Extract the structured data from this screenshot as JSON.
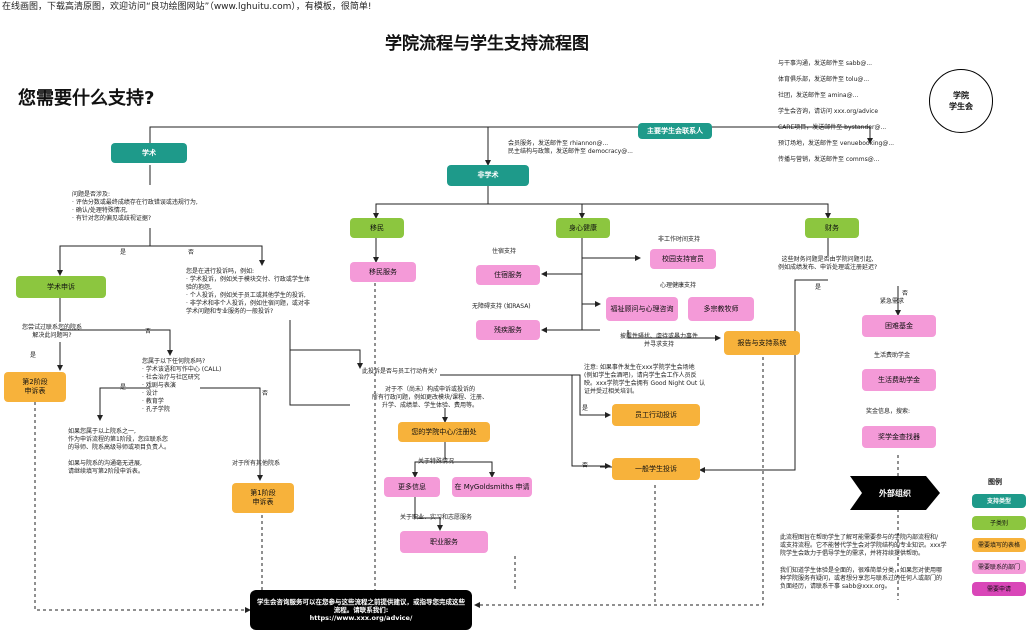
{
  "banner": "在线画图，下载高清原图，欢迎访问“良功绘图网站”（www.lghuitu.com），有模板，很简单!",
  "title": "学院流程与学生支持流程图",
  "question": "您需要什么支持?",
  "nodes": {
    "main_contact": "主要学生会联系人",
    "academic": "学术",
    "nonacademic": "非学术",
    "immigration": "移民",
    "wellbeing": "身心健康",
    "finance": "财务",
    "immigration_service": "移民服务",
    "housing_service": "住宿服务",
    "disability_service": "残疾服务",
    "campus_support": "校园支持官员",
    "counselling": "福祉顾问与心理咨询",
    "chaplain": "多宗教牧师",
    "report_support": "报告与支持系统",
    "hardship": "困难基金",
    "living_fund": "生活费助学金",
    "scholarship": "奖学金查找器",
    "academic_appeal": "学术申诉",
    "stage2": "第2阶段\n申诉表",
    "stage1": "第1阶段\n申诉表",
    "school_office": "您的学院中心/注册处",
    "more_info": "更多信息",
    "mygold": "在 MyGoldsmiths 申请",
    "career": "职业服务",
    "staff_complaint": "员工行动投诉",
    "general_complaint": "一般学生投诉",
    "external": "外部组织",
    "su_circle": "学院\n学生会",
    "final": "学生会咨询服务可以在您参与这些流程之前提供建议，或指导您完成这些流程。请联系我们:\nhttps://www.xxx.org/advice/"
  },
  "texts": {
    "contacts_top": "会员服务，发送邮件至 rhiannon@...\n民主结构与政策，发送邮件至 democracy@...",
    "su_list": "与干事沟通，发送邮件至 sabb@...\n\n体育俱乐部，发送邮件至 tolu@...\n\n社团，发送邮件至 amina@...\n\n学生会咨询，请访问 xxx.org/advice\n\nCARE项目，发送邮件至 bystander@...\n\n预订场地，发送邮件至 venuebooking@...\n\n传播与营销，发送邮件至 comms@...",
    "academic_q": "问题是否涉及:\n· 评估分数或最终成绩存在行政错误或违规行为,\n· 确认/处理特殊情况,\n· 有针对您的偏见或歧视证据?",
    "yes1": "是",
    "no1": "否",
    "ongoing": "您是在进行投诉吗，例如:\n· 学术投诉，例如关于模块交付、行政或学生体\n  验的抱怨,\n· 个人投诉，例如关于员工或其他学生的投诉,\n· 非学术和非个人投诉，例如住宿问题，或对非\n  学术问题和专业服务的一般投诉?",
    "tried_q": "您尝试过联系您的院系\n解决此问题吗?",
    "yes2": "是",
    "no2": "否",
    "belong_q": "您属于以下任何院系吗?\n· 学术该语和写作中心 (CALL)\n· 社会治疗与社区研究\n· 戏剧与表演\n· 设计\n· 教育学\n· 孔子学院",
    "yes3": "是",
    "no3": "否",
    "belong_yes": "如果您属于以上院系之一,\n作为申诉流程的第1阶段，您应联系您\n的导师、院系高级导师或项目负责人。\n\n如果与院系的沟通毫无进展,\n请继续填写第2阶段申诉表。",
    "other_depts": "对于所有其他院系",
    "housing_q": "住宿支持",
    "disability_q": "无障碍支持 (如RASA)",
    "offhours": "非工作时间支持",
    "mental": "心理健康支持",
    "harass": "披露性骚扰、虐待或暴力事件\n并寻求支持",
    "finance_q": "这些财务问题是否由学院问题引起,\n例如成绩发布、申诉处理或注册延迟?",
    "yes4": "是",
    "no4": "否",
    "emergency": "紧急需求",
    "living_label": "生活费助学金",
    "scholar_label": "奖金信息，搜索:",
    "staff_action_q": "此投诉是否与员工行动有关?",
    "yes5": "是",
    "no5": "否",
    "note_staff": "注意: 如果事件发生在xxx学院学生会场地\n(例如学生会酒吧)，请向学生会工作人员反\n映。xxx学院学生会拥有 Good Night Out 认\n证并受过相关培训。",
    "nonyet": "对于不（尚未）构成申诉或投诉的\n所有行政问题，例如更改模块/课程、注册、\n升学、成绩单、学生体验、费用等。",
    "special": "关于特殊情况",
    "careers_label": "关于职业、实习和志愿服务",
    "legend_title": "图例",
    "legend1": "支持类型",
    "legend2": "子类别",
    "legend3": "需要填写的表格",
    "legend4": "需要联系的部门",
    "legend5": "需要申请",
    "footer1": "此流程图旨在帮助学生了解可能需要参与的学院内部流程和/\n或支持流程。它不能替代学生会对学院结构的专业知识。xxx学\n院学生会致力于倡导学生的需求，并将持续提供帮助。",
    "footer2": "我们知道学生体验是全面的，很难简单分类，如果您对使用哪\n种学院服务有疑问，或者想分享您与联系过的任何人或部门的\n负面经历，请联系干事 sabb@xxx.org。"
  },
  "colors": {
    "teal": "#1e9a8a",
    "green": "#8cc63f",
    "pink": "#f49ad8",
    "orange": "#f7b23b",
    "magenta": "#d946b8",
    "black": "#000000"
  }
}
